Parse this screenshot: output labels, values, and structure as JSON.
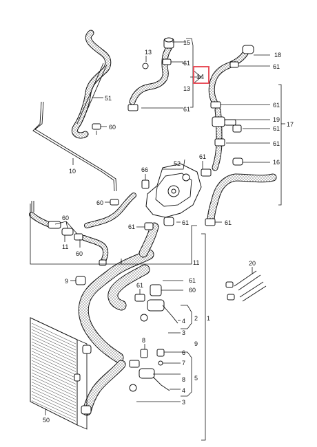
{
  "highlight_color": "#e8505b",
  "callouts": {
    "c15": "15",
    "c13a": "13",
    "c61a": "61",
    "c14": "14",
    "c13b": "13",
    "c61b": "61",
    "c18": "18",
    "c61c": "61",
    "c51": "51",
    "c60a": "60",
    "c61d": "61",
    "c19": "19",
    "c61e": "61",
    "c17": "17",
    "c61f": "61",
    "c16": "16",
    "c10": "10",
    "c66": "66",
    "c52": "52",
    "c61g": "61",
    "c60b": "60",
    "c60c": "60",
    "c61h": "61",
    "c61i": "61",
    "c61j": "61",
    "c11a": "11",
    "c60d": "60",
    "c11b": "11",
    "c20": "20",
    "c9a": "9",
    "c61k": "61",
    "c61l": "61",
    "c60e": "60",
    "c4a": "4",
    "c2": "2",
    "c1": "1",
    "c3a": "3",
    "c8a": "8",
    "c6": "6",
    "c7": "7",
    "c9b": "9",
    "c8b": "8",
    "c4b": "4",
    "c5": "5",
    "c3b": "3",
    "c50": "50"
  }
}
